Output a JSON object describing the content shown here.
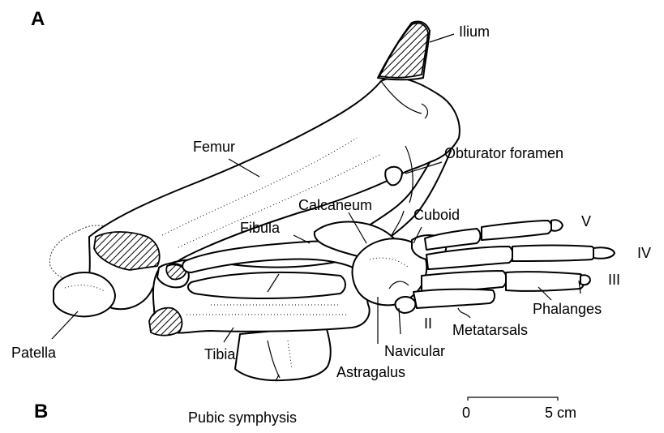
{
  "panels": {
    "a": "A",
    "b": "B"
  },
  "labels": {
    "ilium": "Ilium",
    "femur": "Femur",
    "obturator_foramen": "Obturator foramen",
    "calcaneum": "Calcaneum",
    "cuboid": "Cuboid",
    "fibula": "Fibula",
    "digit_v": "V",
    "digit_iv": "IV",
    "digit_iii": "III",
    "digit_ii": "II",
    "phalanges": "Phalanges",
    "metatarsals": "Metatarsals",
    "navicular": "Navicular",
    "astragalus": "Astragalus",
    "patella": "Patella",
    "tibia": "Tibia",
    "pubic_symphysis": "Pubic symphysis"
  },
  "scale_bar": {
    "start": "0",
    "end": "5 cm"
  }
}
